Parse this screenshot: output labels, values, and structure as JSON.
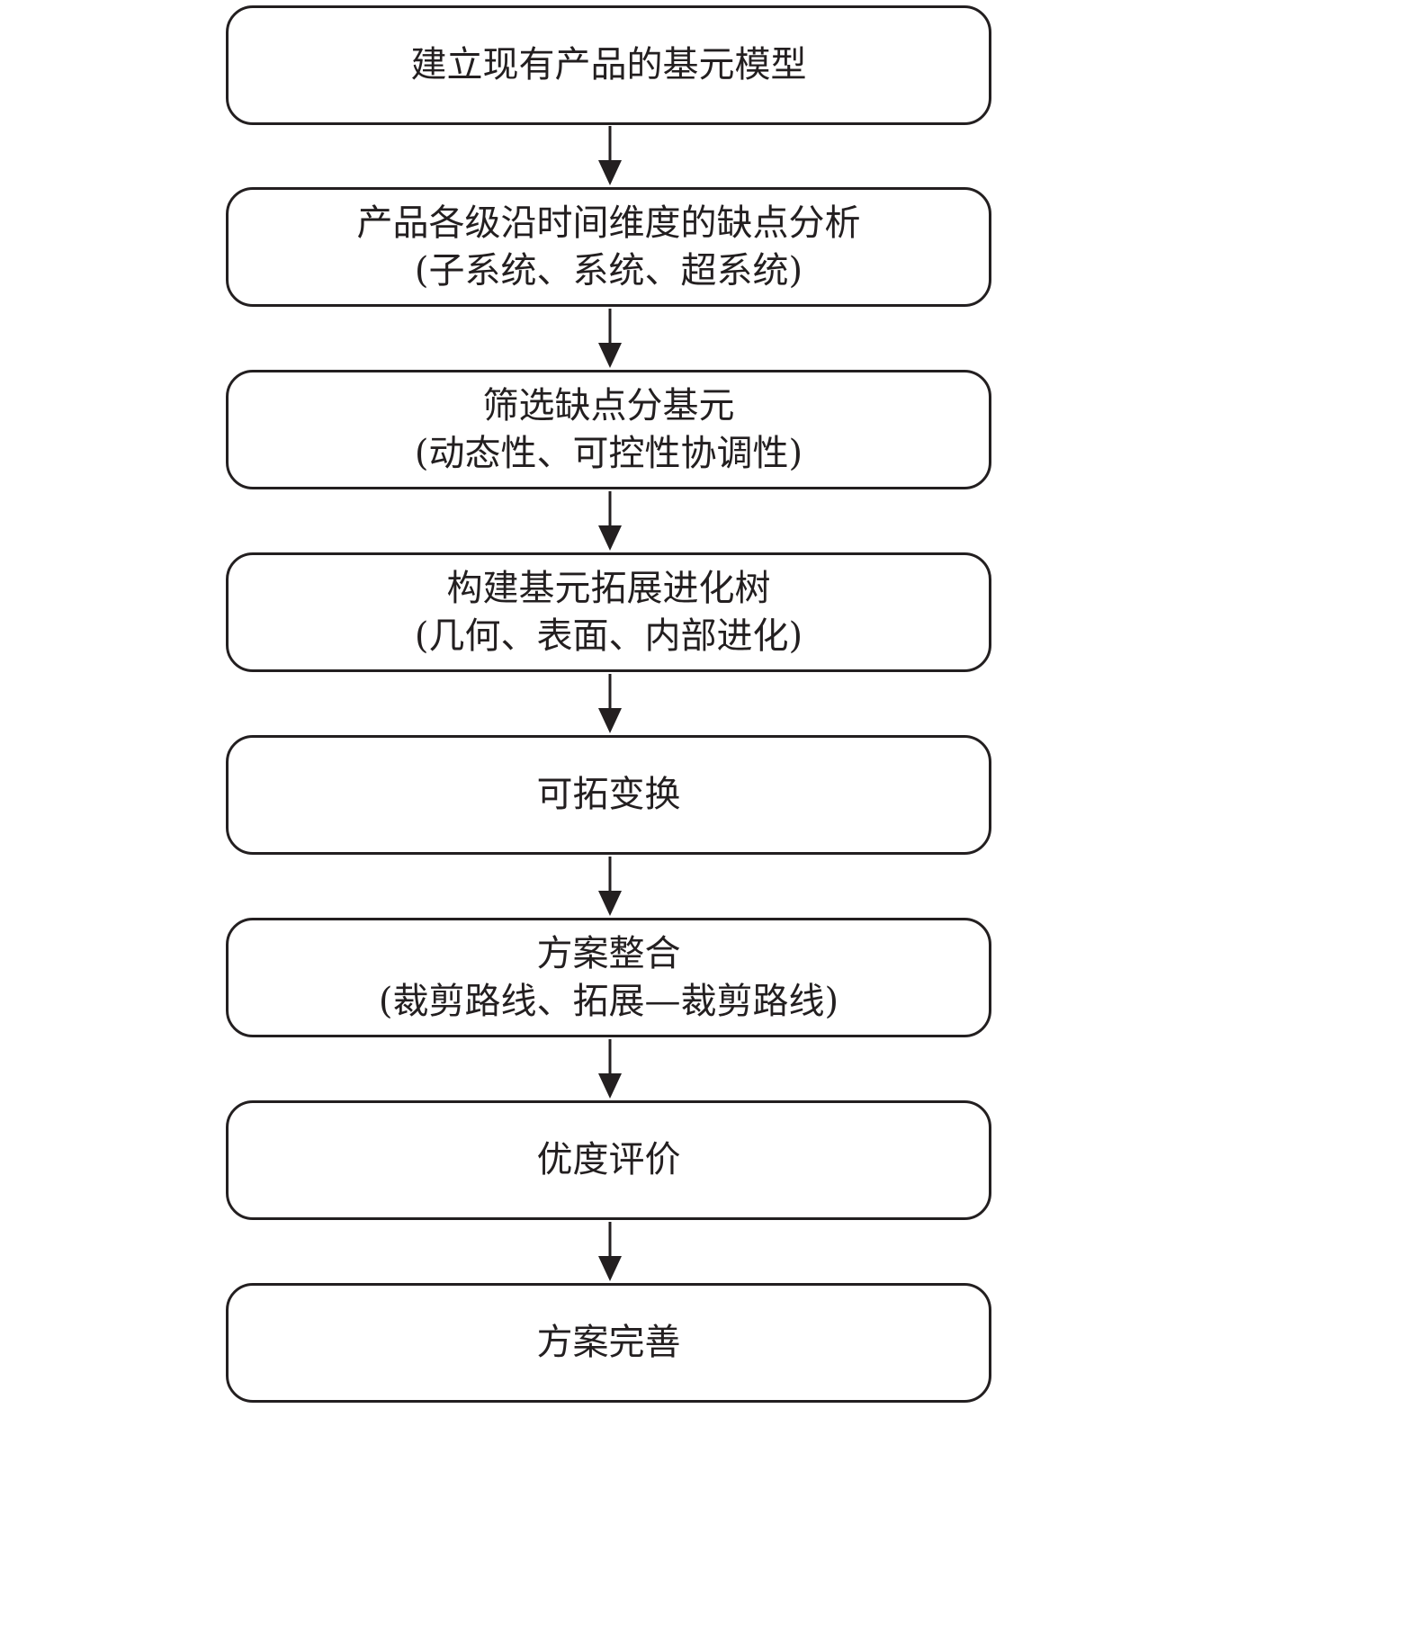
{
  "steps": [
    {
      "line1": "建立现有产品的基元模型",
      "line2": ""
    },
    {
      "line1": "产品各级沿时间维度的缺点分析",
      "line2": "(子系统、系统、超系统)"
    },
    {
      "line1": "筛选缺点分基元",
      "line2": "(动态性、可控性协调性)"
    },
    {
      "line1": "构建基元拓展进化树",
      "line2": "(几何、表面、内部进化)"
    },
    {
      "line1": "可拓变换",
      "line2": ""
    },
    {
      "line1": "方案整合",
      "line2": "(裁剪路线、拓展—裁剪路线)"
    },
    {
      "line1": "优度评价",
      "line2": ""
    },
    {
      "line1": "方案完善",
      "line2": ""
    }
  ],
  "colors": {
    "stroke": "#231f20",
    "fill": "#ffffff",
    "text": "#231f20"
  }
}
